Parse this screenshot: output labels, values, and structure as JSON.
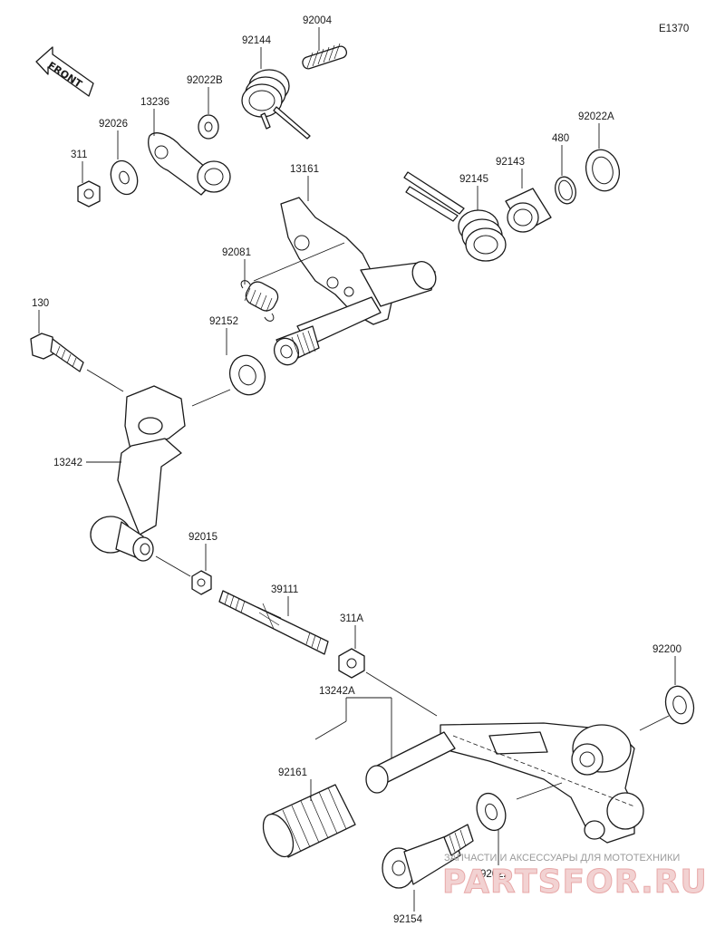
{
  "diagram_code": "E1370",
  "front_label": "FRONT",
  "labels": {
    "p92004": "92004",
    "p92144": "92144",
    "p92022B": "92022B",
    "p13236": "13236",
    "p92026": "92026",
    "p311": "311",
    "p13161": "13161",
    "p92145": "92145",
    "p92143": "92143",
    "p480": "480",
    "p92022A": "92022A",
    "p92081": "92081",
    "p130": "130",
    "p92152": "92152",
    "p13242": "13242",
    "p92015": "92015",
    "p39111": "39111",
    "p311A": "311A",
    "p13242A": "13242A",
    "p92161": "92161",
    "p92200": "92200",
    "p92022": "92022",
    "p92154": "92154"
  },
  "watermark": {
    "caption": "ЗАПЧАСТИ И АКСЕССУАРЫ ДЛЯ МОТОТЕХНИКИ",
    "brand": "PARTSFOR.RU"
  }
}
